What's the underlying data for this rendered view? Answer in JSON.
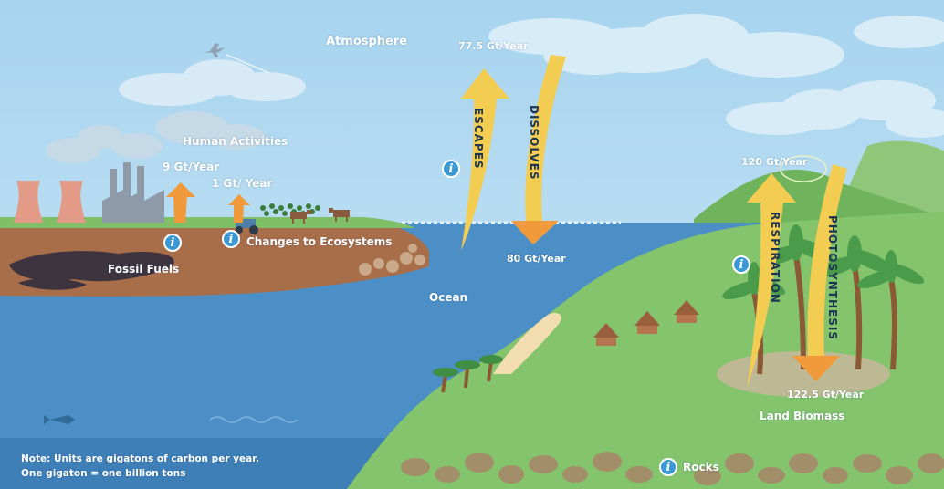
{
  "labels": {
    "atmosphere": "Atmosphere",
    "human_activities": "Human Activities",
    "fossil_fuels": "Fossil Fuels",
    "changes_to_ecosystems": "Changes to Ecosystems",
    "ocean": "Ocean",
    "land_biomass": "Land Biomass",
    "rocks": "Rocks"
  },
  "flows": {
    "fossil": "9 Gt/Year",
    "ecosystems": "1 Gt/ Year",
    "ocean_up": "77.5 Gt/Year",
    "ocean_down": "80 Gt/Year",
    "land_up": "120 Gt/Year",
    "land_down": "122.5 Gt/Year"
  },
  "arrows": {
    "escapes": "ESCAPES",
    "dissolves": "DISSOLVES",
    "respiration": "RESPIRATION",
    "photosynthesis": "PHOTOSYNTHESIS"
  },
  "note": {
    "line1": "Note: Units are gigatons of carbon per year.",
    "line2": "One gigaton = one billion tons"
  },
  "info_icon": "i",
  "colors": {
    "sky": "#b3d9ef",
    "ocean": "#4c8fc6",
    "ocean_deep": "#3e7fb8",
    "land_green": "#83c46d",
    "hill_green": "#6fb35c",
    "soil": "#a86e4a",
    "fossil_oil": "#3d3440",
    "arrow_yellow": "#f2cd52",
    "arrow_orange": "#f09a3c",
    "info_blue": "#3a98d4"
  },
  "icons": [
    "airplane-icon",
    "cloud-icon",
    "factory-icon",
    "cooling-tower-icon",
    "tractor-icon",
    "cow-icon",
    "crops-icon",
    "palm-tree-icon",
    "hut-icon",
    "fish-icon",
    "rock-icon",
    "info-icon"
  ]
}
